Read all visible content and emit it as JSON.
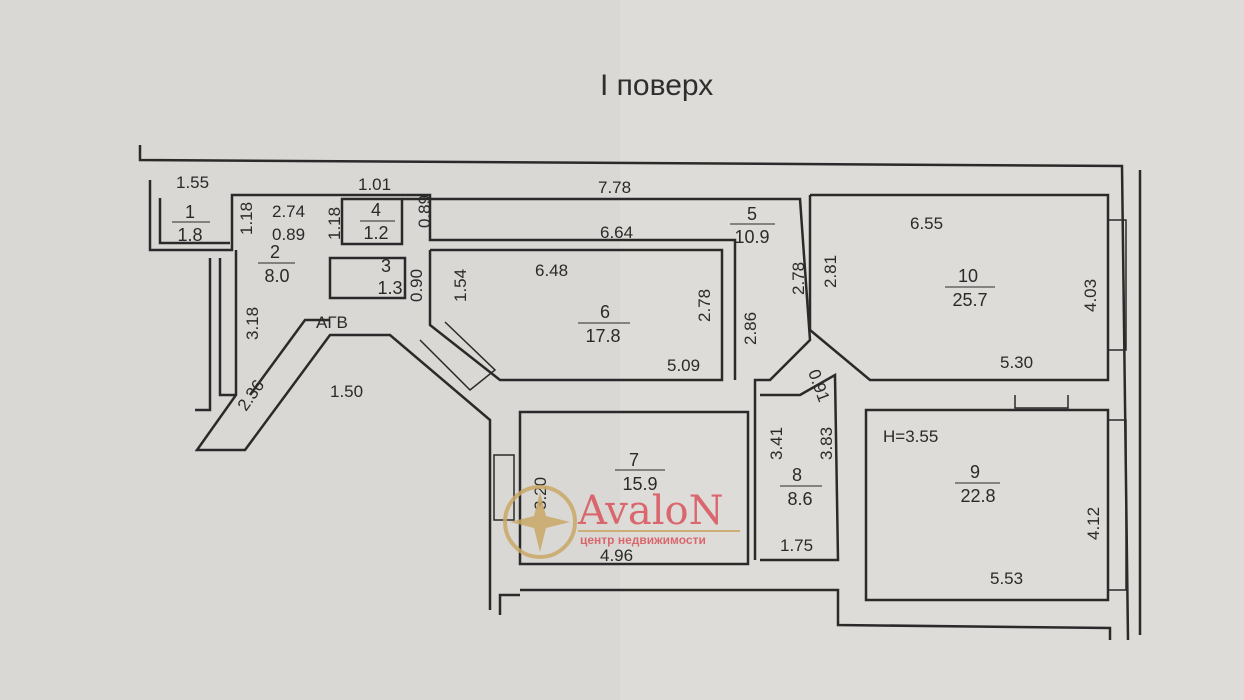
{
  "title": "I поверх",
  "rooms": [
    {
      "num": "1",
      "area": "1.8"
    },
    {
      "num": "2",
      "area": "8.0"
    },
    {
      "num": "3",
      "area": "1.3"
    },
    {
      "num": "4",
      "area": "1.2"
    },
    {
      "num": "5",
      "area": "10.9"
    },
    {
      "num": "6",
      "area": "17.8"
    },
    {
      "num": "7",
      "area": "15.9"
    },
    {
      "num": "8",
      "area": "8.6"
    },
    {
      "num": "9",
      "area": "22.8"
    },
    {
      "num": "10",
      "area": "25.7"
    }
  ],
  "dimensions": {
    "d155": "1.55",
    "d101": "1.01",
    "d778": "7.78",
    "d664": "6.64",
    "d089a": "0.89",
    "d118a": "1.18",
    "d274": "2.74",
    "d089b": "0.89",
    "d118b": "1.18",
    "d090": "0.90",
    "d154": "1.54",
    "d648": "6.48",
    "d278a": "2.78",
    "d509": "5.09",
    "d286": "2.86",
    "d278b": "2.78",
    "d281": "2.81",
    "d655": "6.55",
    "d403": "4.03",
    "d530": "5.30",
    "d091": "0.91",
    "d341": "3.41",
    "d383": "3.83",
    "d412": "4.12",
    "d553": "5.53",
    "d175": "1.75",
    "d320": "3.20",
    "d496": "4.96",
    "d318": "3.18",
    "d236": "2.36",
    "d150": "1.50"
  },
  "labels": {
    "agv": "АГВ",
    "height": "H=3.55"
  },
  "watermark": {
    "brand": "AvaloN",
    "tagline": "центр недвижимости"
  }
}
